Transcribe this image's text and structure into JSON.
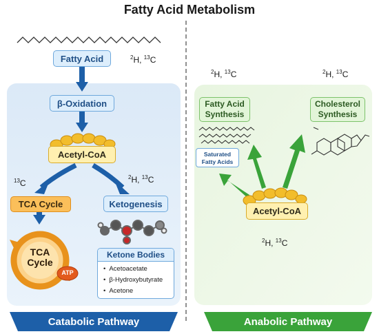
{
  "title": "Fatty Acid Metabolism",
  "colors": {
    "catabolic_blue": "#1d5fa8",
    "anabolic_green": "#3aa33a",
    "box_blue": "#ddeefc",
    "box_orange": "#fbbf5a",
    "acetyl_yellow": "#f2bd2c"
  },
  "catabolic": {
    "fatty_acid": "Fatty Acid",
    "beta_oxidation": "β-Oxidation",
    "acetyl_coa": "Acetyl-CoA",
    "tca_box": "TCA Cycle",
    "ketogenesis": "Ketogenesis",
    "tca_wheel_line1": "TCA",
    "tca_wheel_line2": "Cycle",
    "atp": "ATP",
    "ketone_bodies": {
      "title": "Ketone Bodies",
      "items": [
        "Acetoacetate",
        "β-Hydroxybutyrate",
        "Acetone"
      ]
    },
    "banner": "Catabolic Pathway"
  },
  "anabolic": {
    "fa_synthesis_line1": "Fatty Acid",
    "fa_synthesis_line2": "Synthesis",
    "chol_synthesis_line1": "Cholesterol",
    "chol_synthesis_line2": "Synthesis",
    "saturated_line1": "Saturated",
    "saturated_line2": "Fatty Acids",
    "acetyl_coa": "Acetyl-CoA",
    "banner": "Anabolic Pathway"
  },
  "isotopes": {
    "mass2": "2",
    "mass13": "13",
    "H": "H",
    "C": "C",
    "sep": ", "
  },
  "icons": [
    "fatty-acid-chain-icon",
    "acetyl-coa-beads-icon",
    "tca-cycle-wheel-icon",
    "ketone-molecule-icon",
    "cholesterol-ring-icon",
    "saturated-chain-icon"
  ]
}
